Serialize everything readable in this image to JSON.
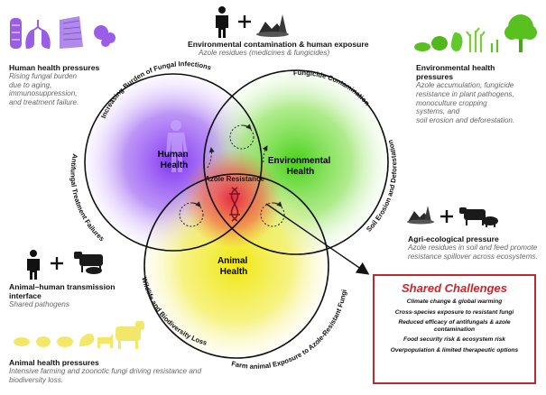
{
  "top_center": {
    "title": "Environmental contamination & human exposure",
    "subtitle": "Azole residues (medicines & fungicides)"
  },
  "human_pressures": {
    "title": "Human health pressures",
    "lines": [
      "Rising fungal burden",
      "due to aging,",
      "immunosuppression,",
      "and treatment failure."
    ]
  },
  "env_pressures": {
    "title_lines": [
      "Environmental health",
      "pressures"
    ],
    "lines": [
      "Azole accumulation, fungicide",
      "resistance in plant pathogens,",
      "monoculture cropping",
      "systems, and",
      "soil erosion and deforestation."
    ]
  },
  "agri_pressure": {
    "title": "Agri-ecological pressure",
    "lines": [
      "Azole residues in soil and feed promote",
      "resistance spillover across ecosystems."
    ]
  },
  "animal_human": {
    "title_lines": [
      "Animal–human transmission",
      "interface"
    ],
    "subtitle": "Shared pathogens"
  },
  "animal_pressures": {
    "title": "Animal health pressures",
    "lines": [
      "Intensive farming and zoonotic fungi driving resistance and",
      "biodiversity loss."
    ]
  },
  "circles": {
    "human": [
      "Human",
      "Health"
    ],
    "environmental": [
      "Environmental",
      "Health"
    ],
    "animal": [
      "Animal",
      "Health"
    ],
    "center": "Azole Resistance"
  },
  "arc_labels": {
    "fungal": "Increasing Burden of Fungal Infections",
    "fungicide": "Fungicide Contamination",
    "soil": "Soil Erosion and Deforestation",
    "antifungal": "Antifungal Treatment Failures",
    "wildlife": "Wildlife and Biodiversity Loss",
    "farm": "Farm animal Exposure to Azole-Resistant Fungi"
  },
  "shared_challenges": {
    "title": "Shared Challenges",
    "items": [
      "Climate change & global warming",
      "Cross-species exposure to resistant fungi",
      "Reduced efficacy of antifungals & azole contamination",
      "Food security risk & ecosystem risk",
      "Overpopulation & limited therapeutic options"
    ]
  },
  "colors": {
    "human_circle": "#8a3cf0",
    "environment_circle": "#55d61a",
    "animal_circle": "#f2ea1e",
    "center": "#e8344a",
    "challenge_accent": "#d2232a",
    "organ_icons": "#9b5de5",
    "plant_icons": "#59c11f",
    "animal_icons": "#f3e76a"
  },
  "icons": [
    "intestine-icon",
    "lungs-icon",
    "skin-icon",
    "bacteria-icon",
    "person-icon",
    "plus-icon",
    "landscape-icon",
    "eggplant-icon",
    "pepper-icon",
    "wheat-icon",
    "tree-icon",
    "cow-icon",
    "pig-icon",
    "chicken-icon",
    "sheep-icon",
    "human-body-silhouette-icon",
    "dna-helix-icon"
  ]
}
